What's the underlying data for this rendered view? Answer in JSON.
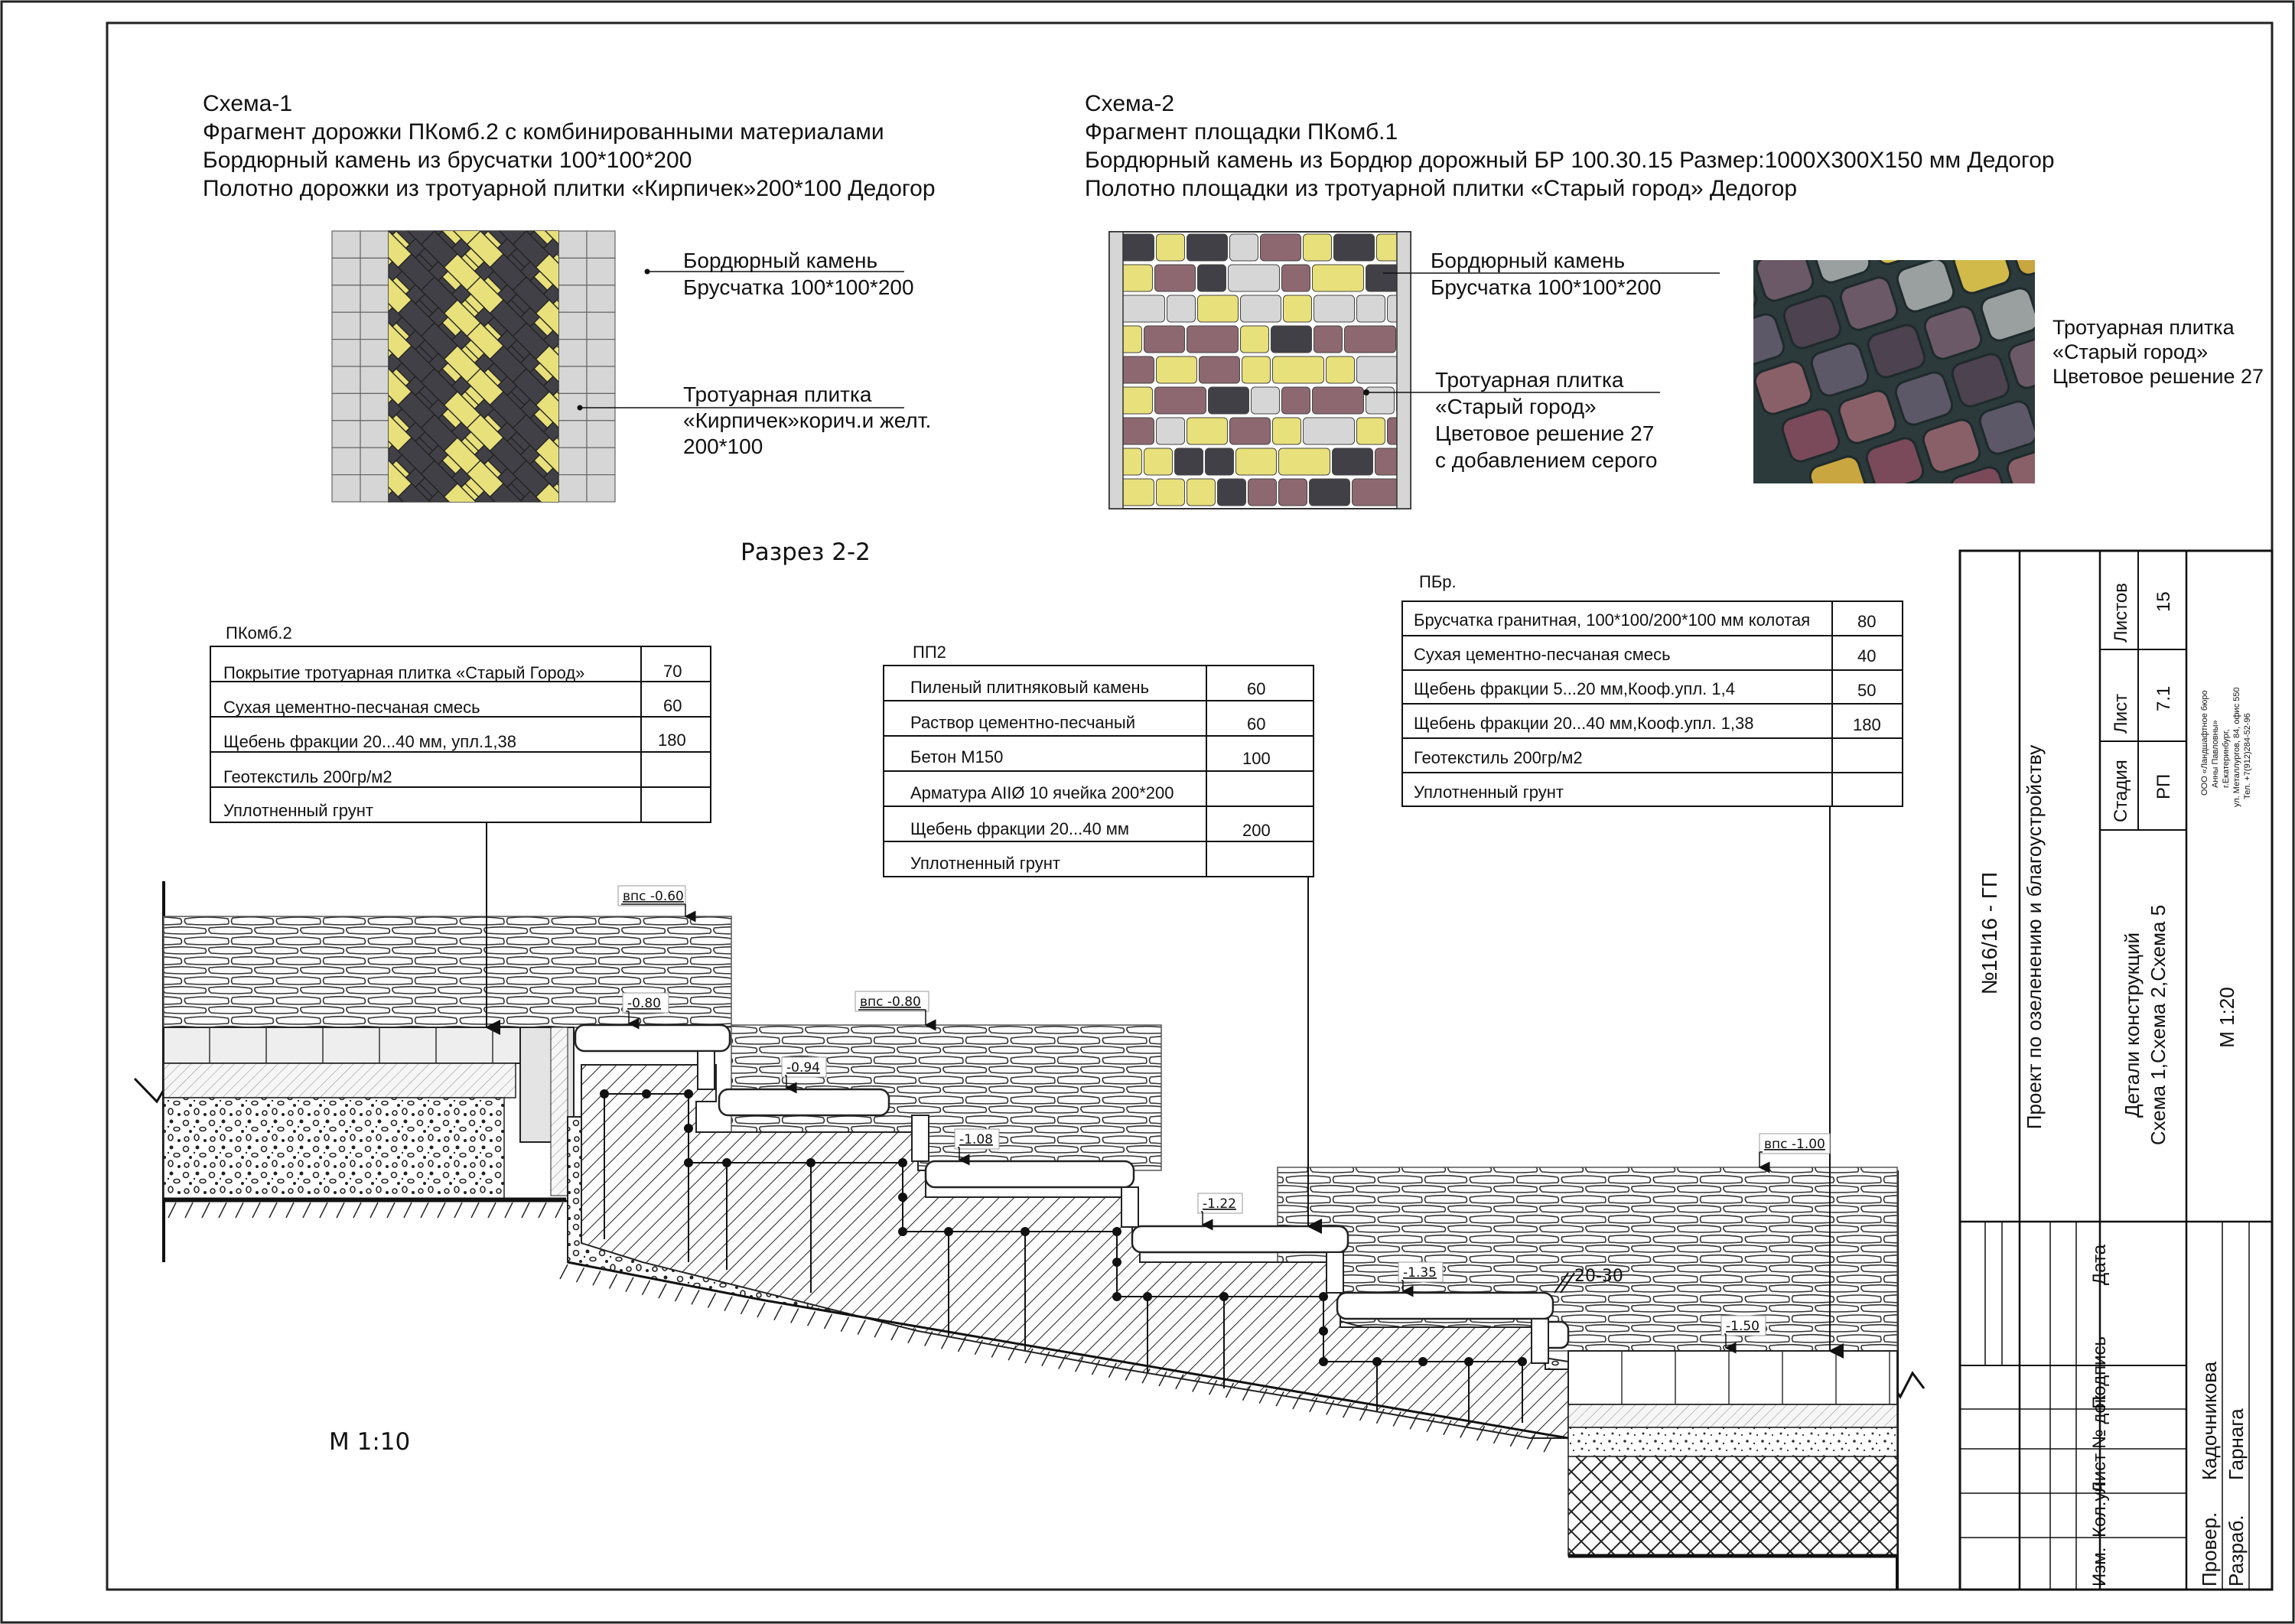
{
  "scheme1": {
    "heading": "Схема-1",
    "lines": [
      "Фрагмент дорожки ПКомб.2 с комбинированными материалами",
      "Бордюрный камень из брусчатки 100*100*200",
      "Полотно дорожки из тротуарной плитки «Кирпичек»200*100 Дедогор"
    ],
    "callout_border": [
      "Бордюрный камень",
      "Брусчатка 100*100*200"
    ],
    "callout_tile": [
      "Тротуарная плитка",
      "«Кирпичек»корич.и желт.",
      "200*100"
    ]
  },
  "scheme2": {
    "heading": "Схема-2",
    "lines": [
      "Фрагмент площадки ПКомб.1",
      "Бордюрный камень из Бордюр дорожный БР 100.30.15 Размер:1000X300X150 мм Дедогор",
      "Полотно площадки из тротуарной плитки «Старый город» Дедогор"
    ],
    "callout_border": [
      "Бордюрный камень",
      "Брусчатка 100*100*200"
    ],
    "callout_tile": [
      "Тротуарная плитка",
      "«Старый город»",
      "Цветовое решение 27",
      "с добавлением серого"
    ],
    "photo_caption": [
      "Тротуарная плитка",
      "«Старый город»",
      "Цветовое решение 27"
    ]
  },
  "section": {
    "title": "Разрез 2-2",
    "scale": "М 1:10"
  },
  "colors": {
    "yellow": "#e8e07a",
    "dark_grey": "#414046",
    "light_grey": "#d6d6d6",
    "mauve": "#8e6870",
    "elevation_red": "#c0141c"
  },
  "tables": {
    "pkomb2": {
      "title": "ПКомб.2",
      "rows": [
        [
          "Покрытие тротуарная плитка «Старый Город»",
          "70"
        ],
        [
          "Сухая цементно-песчаная смесь",
          "60"
        ],
        [
          "Щебень фракции 20...40 мм, упл.1,38",
          "180"
        ],
        [
          "Геотекстиль 200гр/м2",
          ""
        ],
        [
          "Уплотненный грунт",
          ""
        ]
      ]
    },
    "pp2": {
      "title": "ПП2",
      "rows": [
        [
          "Пиленый плитняковый камень",
          "60"
        ],
        [
          "Раствор цементно-песчаный",
          "60"
        ],
        [
          "Бетон М150",
          "100"
        ],
        [
          "Арматура AIIØ 10 ячейка 200*200",
          ""
        ],
        [
          "Щебень фракции 20...40 мм",
          "200"
        ],
        [
          "Уплотненный грунт",
          ""
        ]
      ]
    },
    "pbr": {
      "title": "ПБр.",
      "rows": [
        [
          "Брусчатка гранитная, 100*100/200*100 мм колотая",
          "80"
        ],
        [
          "Сухая цементно-песчаная смесь",
          "40"
        ],
        [
          "Щебень фракции 5...20 мм,Кооф.упл. 1,4",
          "50"
        ],
        [
          "Щебень фракции 20...40 мм,Кооф.упл. 1,38",
          "180"
        ],
        [
          "Геотекстиль 200гр/м2",
          ""
        ],
        [
          "Уплотненный грунт",
          ""
        ]
      ]
    }
  },
  "elevations": [
    "впс -0.60",
    "-0.80",
    "впс -0.80",
    "-0.94",
    "-1.08",
    "-1.22",
    "-1.35",
    "впс -1.00",
    "-1.50"
  ],
  "dim_label": "20-30",
  "title_block": {
    "project_no": "№16/16 - ГП",
    "project_name": "Проект по озеленению и благоустройству",
    "sheet_title": [
      "Детали  конструкций",
      "Схема 1,Схема 2,Схема 5"
    ],
    "scale": "М 1:20",
    "stage_label": "Стадия",
    "stage_value": "РП",
    "sheet_label": "Лист",
    "sheet_value": "7.1",
    "sheets_label": "Листов",
    "sheets_value": "15",
    "company": [
      "ООО «Ландшафтное бюро",
      "Анны Павловны»",
      "г.Екатеринбург,",
      "ул. Металлургов, 84, офис 550",
      "Тел. +7(912)284-52-96"
    ],
    "col_headers": [
      "Изм.",
      "Кол.уч",
      "Лист",
      "№ док",
      "Подпись",
      "Дата"
    ],
    "roles": [
      {
        "role": "Разраб.",
        "name": "Гарнага"
      },
      {
        "role": "Провер.",
        "name": "Кадочникова"
      }
    ]
  }
}
